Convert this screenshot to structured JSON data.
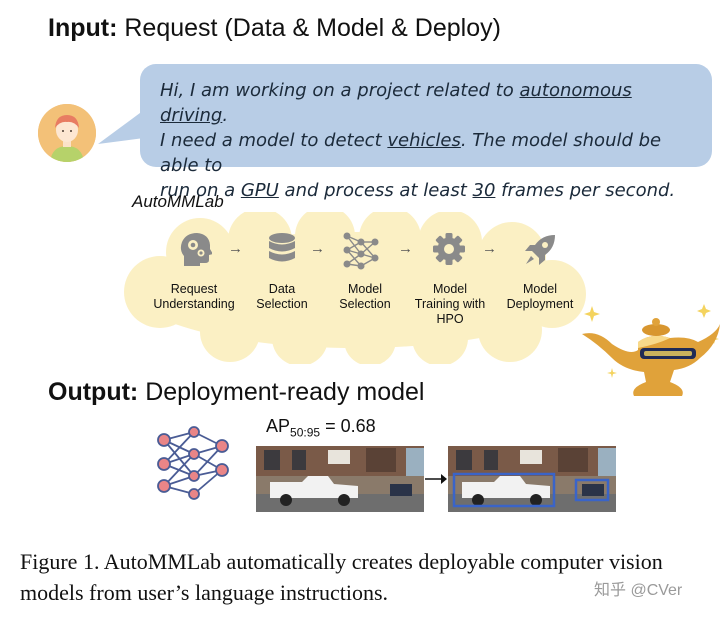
{
  "input": {
    "label": "Input:",
    "text": "Request (Data & Model & Deploy)"
  },
  "request": {
    "parts": [
      {
        "text": "Hi, I am working on a project related to ",
        "u": false
      },
      {
        "text": "autonomous driving",
        "u": true
      },
      {
        "text": ".\nI need a model to detect ",
        "u": false
      },
      {
        "text": "vehicles",
        "u": true
      },
      {
        "text": ". The model should be able to\nrun on a ",
        "u": false
      },
      {
        "text": "GPU",
        "u": true
      },
      {
        "text": " and process at least ",
        "u": false
      },
      {
        "text": "30",
        "u": true
      },
      {
        "text": " frames per second.",
        "u": false
      }
    ]
  },
  "brand": "AutoMMLab",
  "pipeline": {
    "steps": [
      {
        "label": "Request\nUnderstanding",
        "icon": "head-gears-icon"
      },
      {
        "label": "Data\nSelection",
        "icon": "database-icon"
      },
      {
        "label": "Model\nSelection",
        "icon": "network-icon"
      },
      {
        "label": "Model\nTraining with\nHPO",
        "icon": "gear-icon"
      },
      {
        "label": "Model\nDeployment",
        "icon": "rocket-icon"
      }
    ],
    "cloud_color": "#fbf0c4",
    "icon_color": "#8a8a8a"
  },
  "output": {
    "label": "Output:",
    "text": "Deployment-ready model",
    "metric_name": "AP",
    "metric_sub": "50:95",
    "metric_value": "= 0.68"
  },
  "caption": "Figure 1. AutoMMLab automatically creates deployable computer vision models from user’s language instructions.",
  "watermark": "知乎 @CVer",
  "colors": {
    "bubble": "#b8cde6",
    "avatar_bg": "#f3c178",
    "nn_node": "#e98587",
    "nn_edge": "#4a5c95",
    "bbox": "#3a64c8"
  }
}
